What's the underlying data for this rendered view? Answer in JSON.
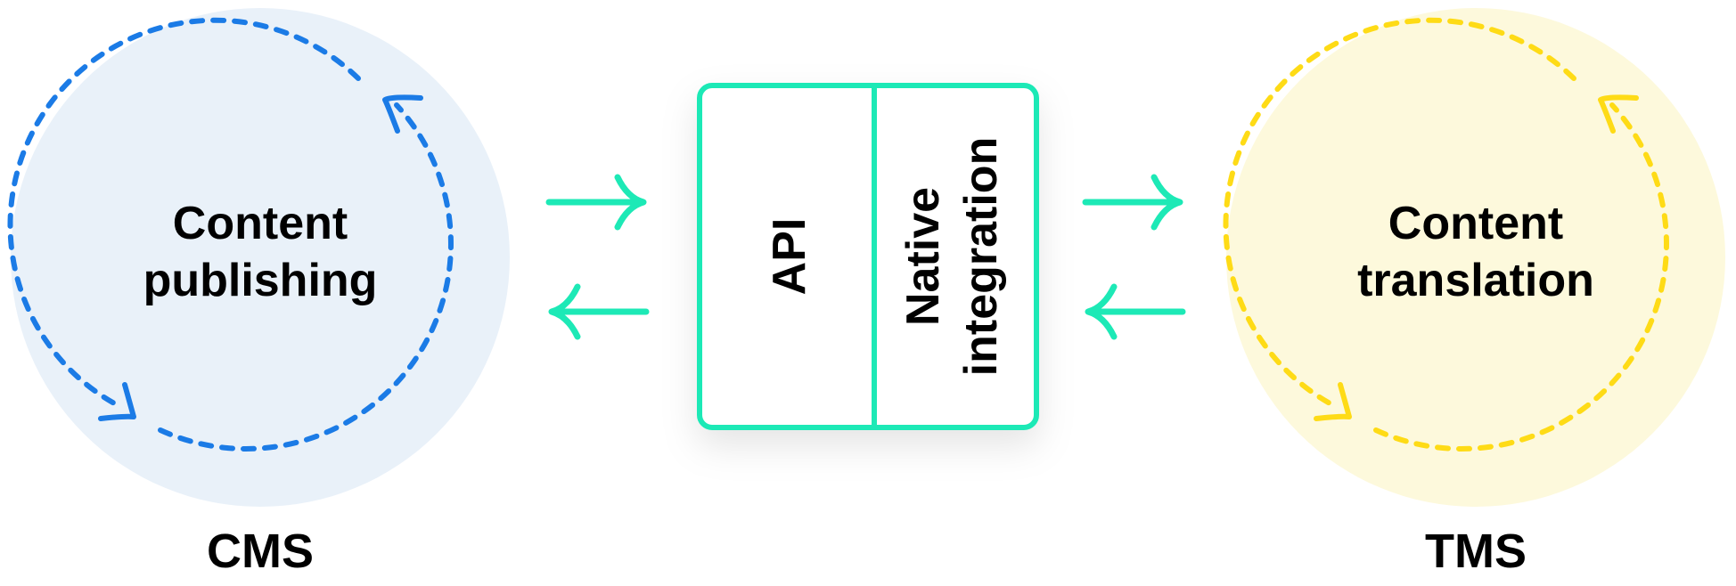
{
  "left_system": {
    "title_line1": "Content",
    "title_line2": "publishing",
    "label": "CMS",
    "fill_color": "#e9f1f9",
    "stroke_color": "#1b7be6"
  },
  "right_system": {
    "title_line1": "Content",
    "title_line2": "translation",
    "label": "TMS",
    "fill_color": "#fdf9dc",
    "stroke_color": "#fedb16"
  },
  "connector": {
    "api_label": "API",
    "native_line1": "Native",
    "native_line2": "integration",
    "border_color": "#1de9b6"
  },
  "arrows": {
    "color": "#1de9b6",
    "left_pair": [
      "arrow-right",
      "arrow-left"
    ],
    "right_pair": [
      "arrow-right",
      "arrow-left"
    ]
  }
}
